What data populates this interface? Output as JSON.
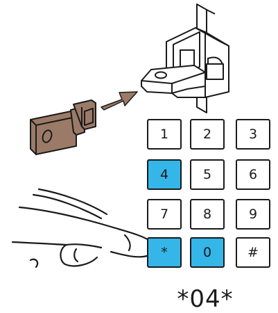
{
  "colors": {
    "key_pressed": "#35b6e9",
    "key_default": "#ffffff",
    "outline": "#1a1a1a",
    "key_fob": "#9b7b67",
    "arrow": "#9b7b67"
  },
  "keypad": {
    "keys": [
      {
        "label": "1",
        "pressed": false
      },
      {
        "label": "2",
        "pressed": false
      },
      {
        "label": "3",
        "pressed": false
      },
      {
        "label": "4",
        "pressed": true
      },
      {
        "label": "5",
        "pressed": false
      },
      {
        "label": "6",
        "pressed": false
      },
      {
        "label": "7",
        "pressed": false
      },
      {
        "label": "8",
        "pressed": false
      },
      {
        "label": "9",
        "pressed": false
      },
      {
        "label": "*",
        "pressed": true
      },
      {
        "label": "0",
        "pressed": true
      },
      {
        "label": "#",
        "pressed": false
      }
    ]
  },
  "code": "*04*",
  "icons": [
    "key-fob-icon",
    "insert-arrow-icon",
    "lock-bracket-icon",
    "pressing-finger-icon"
  ]
}
